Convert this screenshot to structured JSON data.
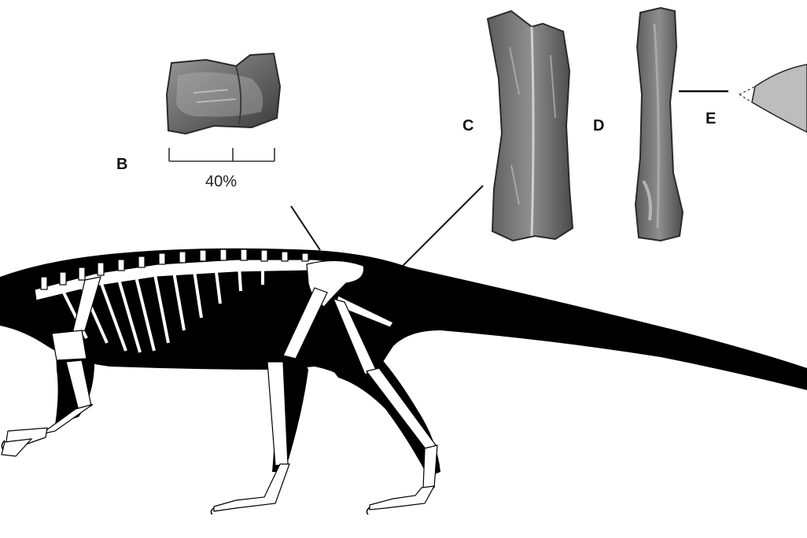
{
  "panels": {
    "B": "B",
    "C": "C",
    "D": "D",
    "E": "E"
  },
  "scale_bar": {
    "label": "40%"
  }
}
